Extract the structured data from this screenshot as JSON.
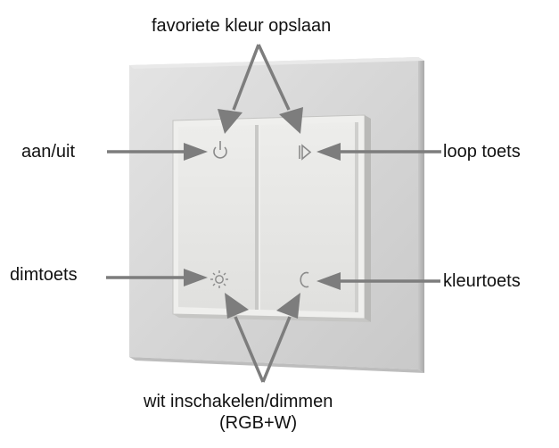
{
  "labels": {
    "top": "favoriete kleur opslaan",
    "left_top": "aan/uit",
    "right_top": "loop toets",
    "left_bottom": "dimtoets",
    "right_bottom": "kleurtoets",
    "bottom_line1": "wit inschakelen/dimmen",
    "bottom_line2": "(RGB+W)"
  },
  "icons": {
    "top_left_key": "power-icon",
    "top_right_key": "play-triangle-icon",
    "bottom_left_key": "sun-icon",
    "bottom_right_key": "letter-c-icon"
  },
  "colors": {
    "arrow": "#7d7d7d",
    "glass_frame": "#dcdcdc",
    "button_face": "#e6e6e4",
    "icon": "#8a8a8a",
    "text": "#111111"
  }
}
